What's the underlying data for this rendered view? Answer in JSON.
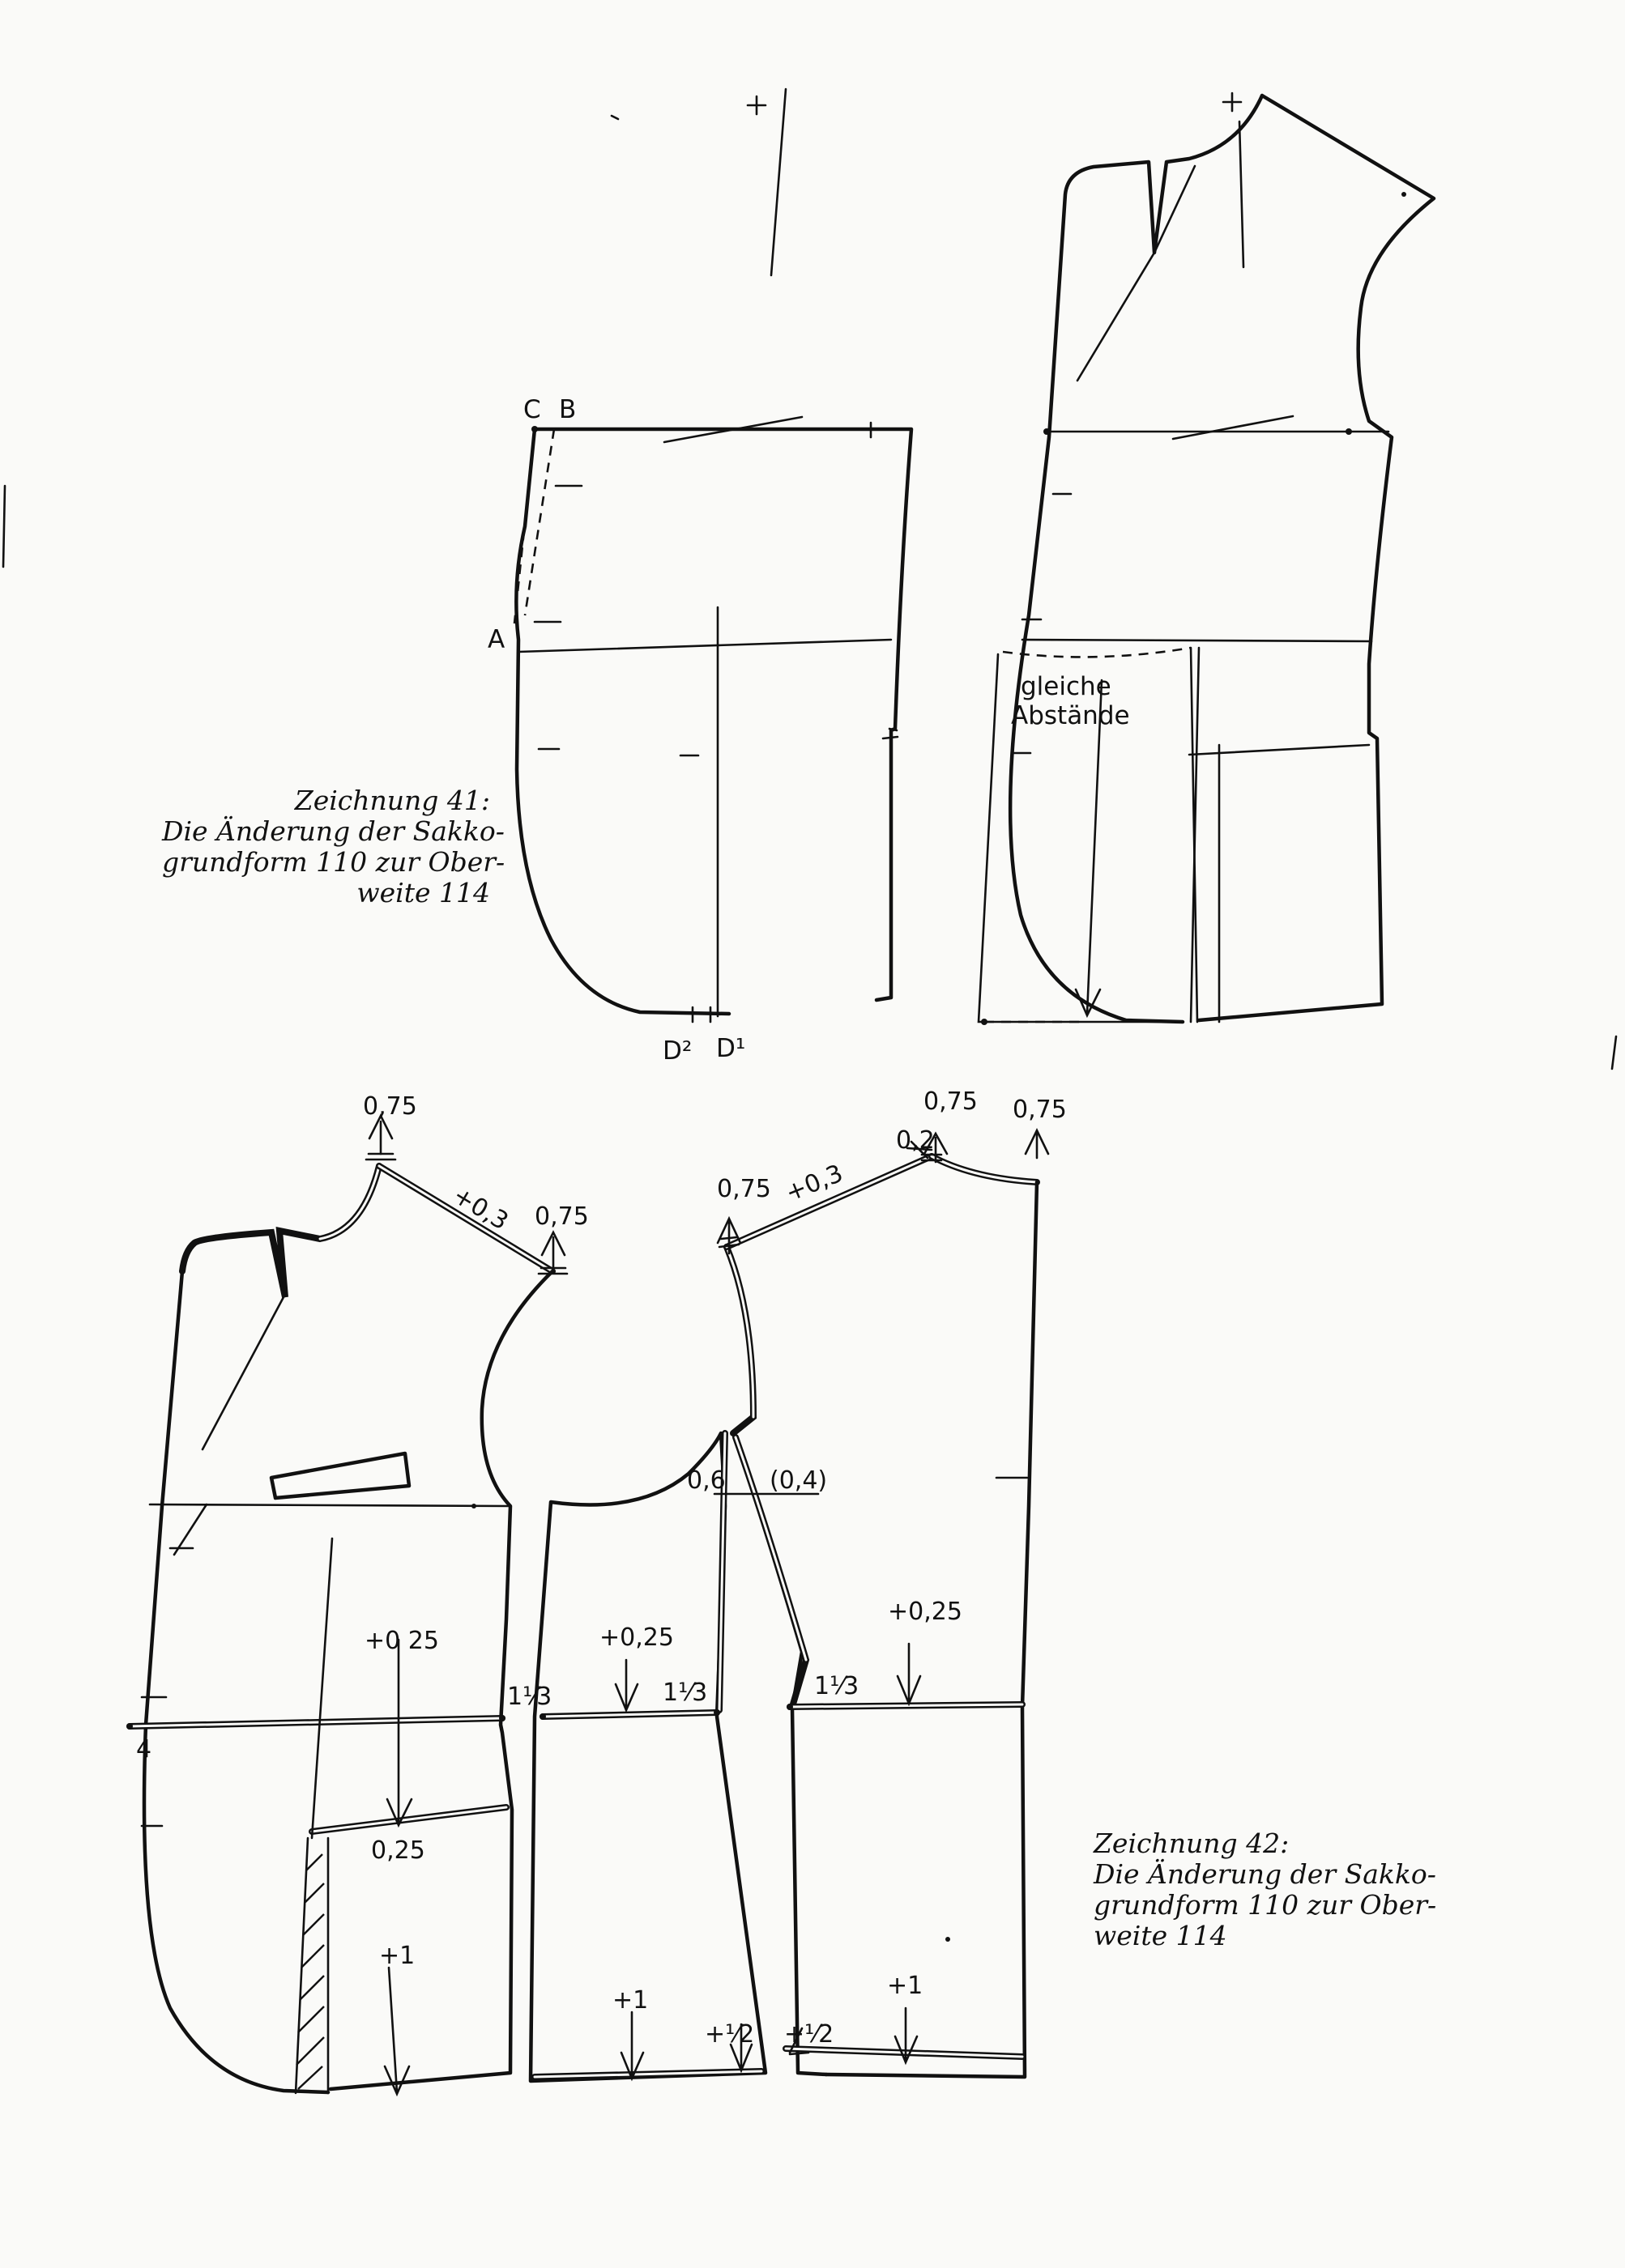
{
  "figures": {
    "fig41": {
      "caption_lines": [
        "Zeichnung 41:",
        "Die Änderung der Sakko-",
        "grundform 110 zur Ober-",
        "weite 114"
      ],
      "point_labels": {
        "c": "C",
        "b": "B",
        "a": "A",
        "d2": "D²",
        "d1": "D¹"
      },
      "note_lines": [
        "gleiche",
        "Abstände"
      ]
    },
    "fig42": {
      "caption_lines": [
        "Zeichnung 42:",
        "Die Änderung der Sakko-",
        "grundform 110 zur Ober-",
        "weite 114"
      ],
      "measures": {
        "front_shoulder_top": "0,75",
        "front_shoulder_seam": "+0,3",
        "front_shoulder_end": "0,75",
        "front_waist": "+0 25",
        "front_side": "1¹⁄3",
        "front_pocket": "0,25",
        "front_hem": "+1",
        "front_corner": "4",
        "side_waist": "+0,25",
        "side_front_edge": "1¹⁄3",
        "side_hem": "+1",
        "side_hem_right": "+¹⁄2",
        "armhole_left": "0,6",
        "armhole_right": "(0,4)",
        "back_shoulder_left": "0,75",
        "back_shoulder_seam": "+0,3",
        "back_neck_inner": "0,2",
        "back_neck": "0,75",
        "back_center": "0,75",
        "back_waist": "+0,25",
        "back_side": "1¹⁄3",
        "back_hem": "+1",
        "back_hem_left": "+¹⁄2"
      }
    }
  }
}
